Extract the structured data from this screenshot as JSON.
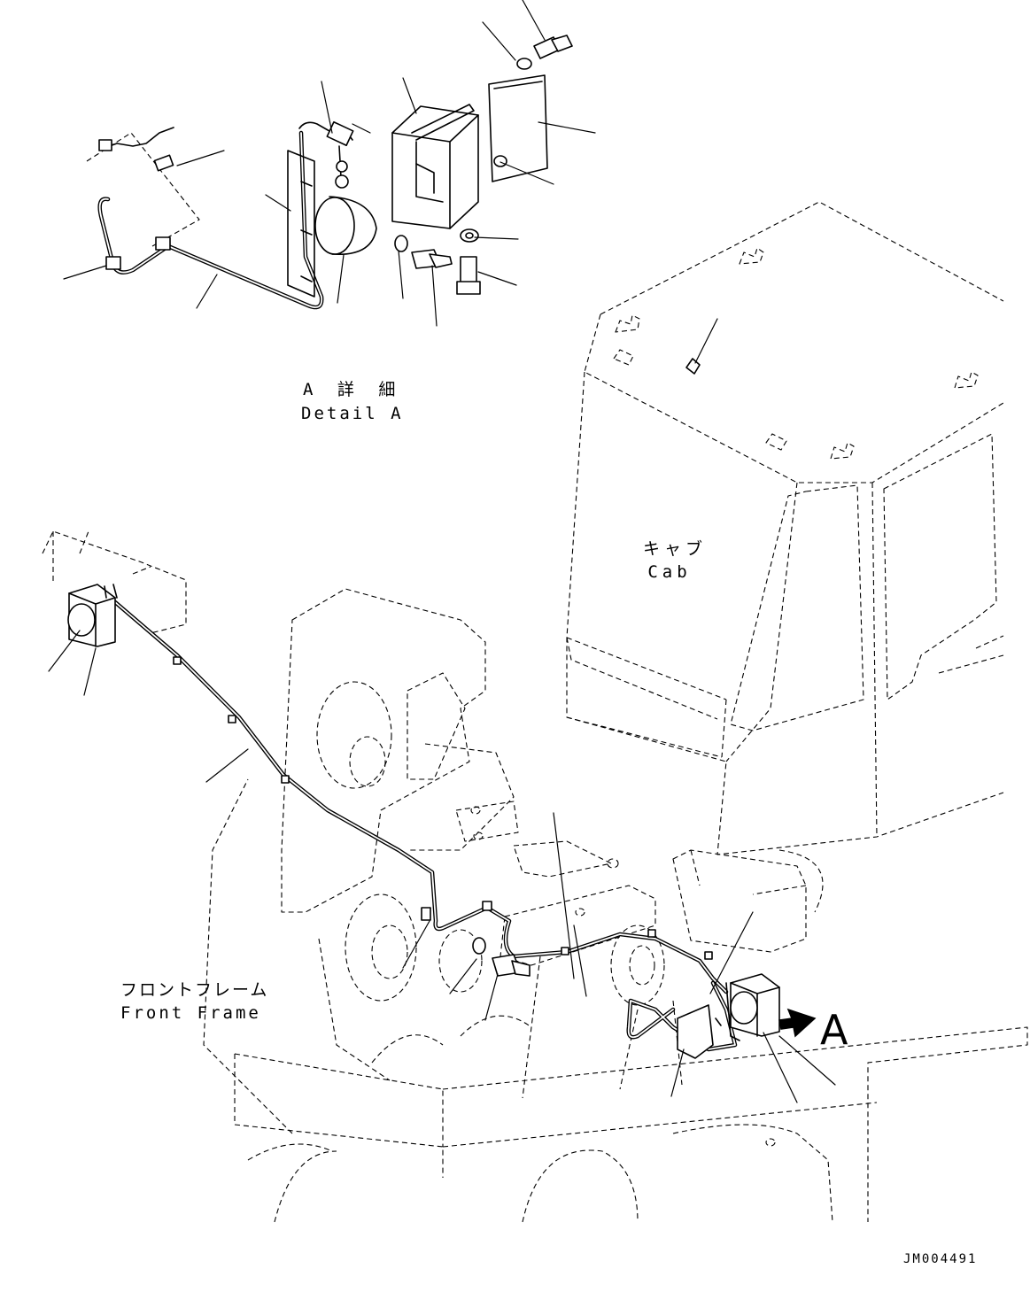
{
  "labels": {
    "detail_jp": "A 詳 細",
    "detail_en": "Detail A",
    "cab_jp": "キャブ",
    "cab_en": "Cab",
    "frame_jp": "フロントフレーム",
    "frame_en": "Front Frame",
    "view_arrow": "A",
    "drawing_no": "JM004491"
  }
}
